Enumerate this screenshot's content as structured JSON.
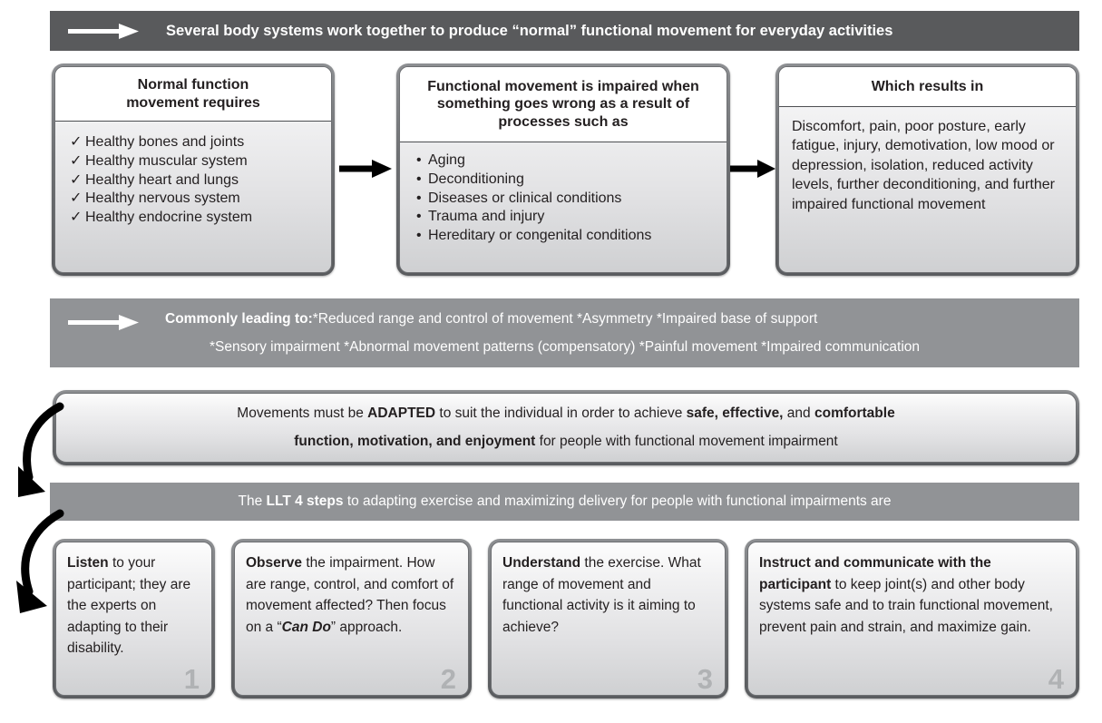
{
  "banners": {
    "top": {
      "icon": "arrow-right-icon",
      "text": "Several body systems work together to produce “normal” functional movement for everyday activities"
    },
    "leading_to": {
      "icon": "arrow-right-icon",
      "line1_bold": "Commonly leading to:",
      "line1_rest": "*Reduced range and control of movement  *Asymmetry  *Impaired base of support",
      "line2": "*Sensory impairment  *Abnormal movement patterns (compensatory)  *Painful movement  *Impaired communication"
    },
    "llt_steps": {
      "part1": "The ",
      "bold": "LLT 4 steps",
      "part2": " to adapting exercise and maximizing delivery for people with functional impairments are"
    }
  },
  "boxes": [
    {
      "id": "normal-function",
      "title": "Normal function\nmovement requires",
      "marker": "✓",
      "items": [
        "Healthy bones and joints",
        "Healthy muscular system",
        "Healthy heart and lungs",
        "Healthy nervous system",
        "Healthy endocrine system"
      ]
    },
    {
      "id": "impaired-causes",
      "title": "Functional movement is impaired when something goes wrong as a result of processes such as",
      "marker": "•",
      "items": [
        "Aging",
        "Deconditioning",
        "Diseases or clinical conditions",
        "Trauma and injury",
        "Hereditary or congenital conditions"
      ]
    },
    {
      "id": "which-results-in",
      "title": "Which results in",
      "paragraph": "Discomfort, pain, poor posture, early fatigue, injury, demotivation, low mood or depression, isolation, reduced activity levels, further deconditioning, and further impaired functional movement"
    }
  ],
  "adapted_box": {
    "line1": [
      {
        "t": "Movements must be ",
        "b": false
      },
      {
        "t": "ADAPTED",
        "b": true
      },
      {
        "t": " to suit the individual in order to achieve ",
        "b": false
      },
      {
        "t": "safe, effective,",
        "b": true
      },
      {
        "t": " and ",
        "b": false
      },
      {
        "t": "comfortable",
        "b": true
      }
    ],
    "line2": [
      {
        "t": "function, motivation, and enjoyment",
        "b": true
      },
      {
        "t": " for people with functional movement impairment",
        "b": false
      }
    ]
  },
  "steps": [
    {
      "number": "1",
      "lead": "Listen",
      "rest": " to your participant; they are the experts on adapting to their disability."
    },
    {
      "number": "2",
      "lead": "Observe",
      "rest": " the impairment. How are range, control, and comfort of movement affected? Then focus on a ",
      "quote_open": "“",
      "quote_bold": "Can Do",
      "quote_close": "”",
      "tail": " approach."
    },
    {
      "number": "3",
      "lead": "Understand",
      "rest": " the exercise. What range of movement and functional activity is it aiming to achieve?"
    },
    {
      "number": "4",
      "lead": "Instruct and communicate with the participant",
      "rest": " to keep joint(s) and other body systems safe and to train functional movement, prevent pain and strain, and maximize gain."
    }
  ],
  "colors": {
    "banner_dark": "#595a5c",
    "banner_mid": "#919396",
    "text": "#231f20",
    "step_number": "#b0b2b4"
  }
}
